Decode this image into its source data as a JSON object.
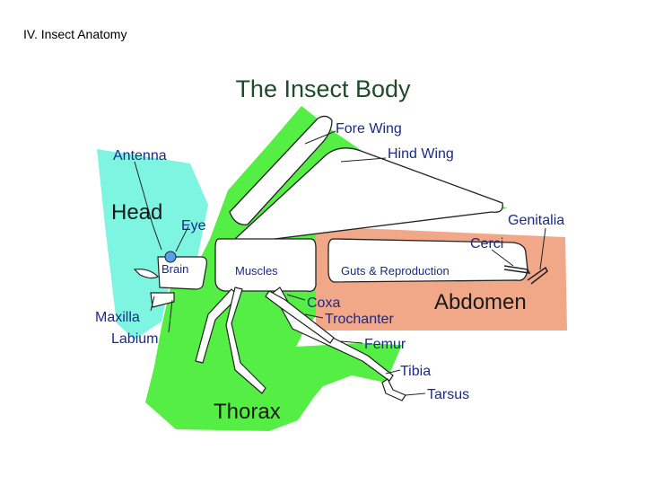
{
  "slide": {
    "heading": "IV. Insect Anatomy"
  },
  "diagram": {
    "title": "The Insect Body",
    "colors": {
      "thorax": "#55ee44",
      "head": "#7ef5e0",
      "abdomen": "#f0a888",
      "eye": "#55a0ee",
      "outline": "#222222",
      "title": "#1e4b2a"
    },
    "region_labels": {
      "head": "Head",
      "thorax": "Thorax",
      "abdomen": "Abdomen"
    },
    "labels": {
      "fore_wing": "Fore Wing",
      "hind_wing": "Hind Wing",
      "antenna": "Antenna",
      "eye": "Eye",
      "brain": "Brain",
      "muscles": "Muscles",
      "guts": "Guts & Reproduction",
      "genitalia": "Genitalia",
      "cerci": "Cerci",
      "maxilla": "Maxilla",
      "labium": "Labium",
      "coxa": "Coxa",
      "trochanter": "Trochanter",
      "femur": "Femur",
      "tibia": "Tibia",
      "tarsus": "Tarsus"
    }
  }
}
